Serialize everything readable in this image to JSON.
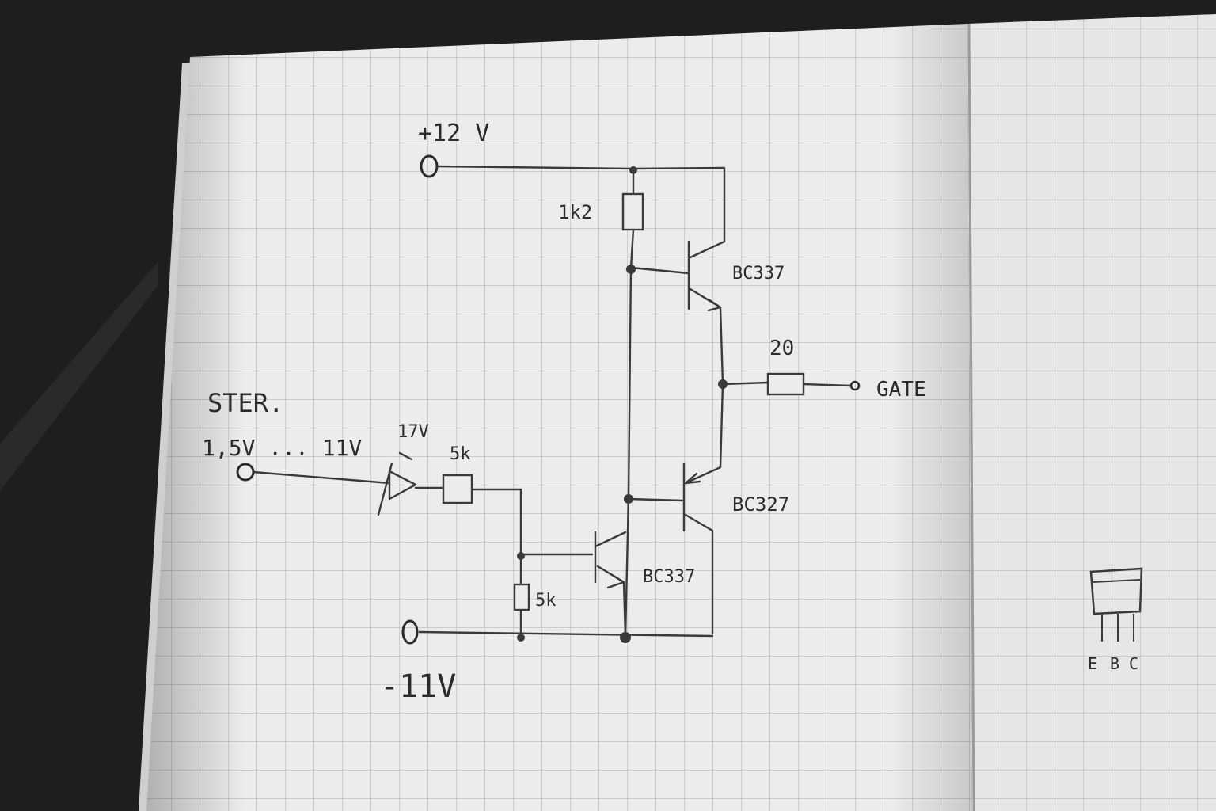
{
  "labels": {
    "vplus": "+12 V",
    "vminus": "-11V",
    "ster": "STER.",
    "range": "1,5V ... 11V",
    "zener": "17V",
    "r_series": "5k",
    "r_pull": "5k",
    "r_top": "1k2",
    "r_gate": "20",
    "gate": "GATE",
    "q_top": "BC337",
    "q_pnp": "BC327",
    "q_low": "BC337",
    "pinout": [
      "E",
      "B",
      "C"
    ]
  },
  "colors": {
    "paper": "#ececec",
    "grid": "#b9b9b9",
    "ink": "#2b2b2b",
    "background": "#1e1e1e"
  }
}
